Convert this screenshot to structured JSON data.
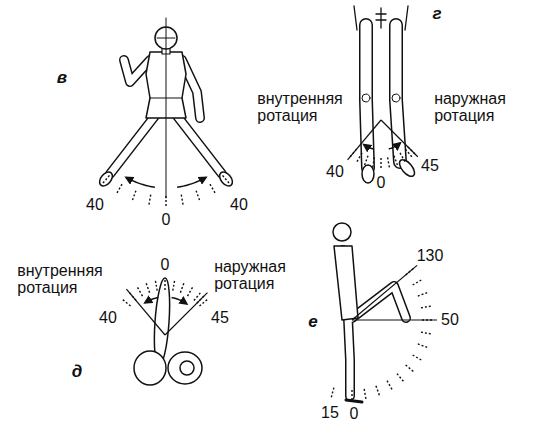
{
  "diagram": {
    "labels": [
      "в",
      "40",
      "0",
      "40",
      "г",
      "внутренняя ротация",
      "наружная ротация",
      "40",
      "0",
      "45",
      "внутренняя ротация",
      "0",
      "наружная ротация",
      "40",
      "45",
      "д",
      "е",
      "130",
      "50",
      "15",
      "0"
    ]
  }
}
